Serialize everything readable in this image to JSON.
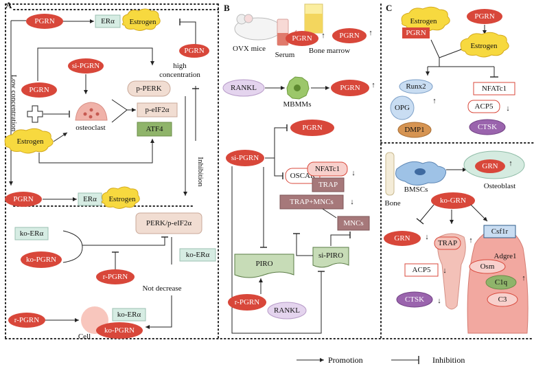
{
  "panels": {
    "a": "A",
    "b": "B",
    "c": "C"
  },
  "a": {
    "pgrn": "PGRN",
    "era": "ERα",
    "estrogen": "Estrogen",
    "si_pgrn": "si-PGRN",
    "osteoclast": "osteoclast",
    "p_perk": "p-PERK",
    "p_eif2a": "p-eIF2α",
    "atf4": "ATF4",
    "low_concentration": "Low concentration",
    "high": "high",
    "concentration": "concentration",
    "inhibition": "Inhibition",
    "perk_peif2a": "PERK/p-eIF2α",
    "ko_era": "ko-ERα",
    "ko_pgrn": "ko-PGRN",
    "r_pgrn": "r-PGRN",
    "not_decrease": "Not decrease",
    "cell": "Cell"
  },
  "b": {
    "ovx_mice": "OVX mice",
    "serum": "Serum",
    "bone_marrow": "Bone marrow",
    "pgrn": "PGRN",
    "up": "↑",
    "down": "↓",
    "rankl": "RANKL",
    "mbmms": "MBMMs",
    "si_pgrn": "si-PGRN",
    "oscar": "OSCAR",
    "nfatc1": "NFATc1",
    "trap": "TRAP",
    "trap_mncs": "TRAP+MNCs",
    "mncs": "MNCs",
    "piro": "PIRO",
    "si_piro": "si-PIRO",
    "r_pgrn": "r-PGRN"
  },
  "c": {
    "estrogen": "Estrogen",
    "pgrn": "PGRN",
    "runx2": "Runx2",
    "opg": "OPG",
    "dmp1": "DMP1",
    "nfatc1": "NFATc1",
    "acp5": "ACP5",
    "ctsk": "CTSK",
    "grn": "GRN",
    "bmscs": "BMSCs",
    "osteoblast": "Osteoblast",
    "bone": "Bone",
    "ko_grn": "ko-GRN",
    "trap": "TRAP",
    "csf1r": "Csf1r",
    "adgre1": "Adgre1",
    "osm": "Osm",
    "c1q": "C1q",
    "c3": "C3"
  },
  "legend": {
    "promotion": "Promotion",
    "inhibition": "Inhibition"
  },
  "colors": {
    "red_node": "#d8473a",
    "teal_box": "#d6ece3",
    "yellow": "#f7d93f",
    "tan_box": "#f1ddd2",
    "green_box": "#8fb46a",
    "mauve_box": "#a6787a",
    "purple": "#9a64ad",
    "lavender": "#e4d4ee",
    "blue_oval": "#c9ddf2"
  }
}
